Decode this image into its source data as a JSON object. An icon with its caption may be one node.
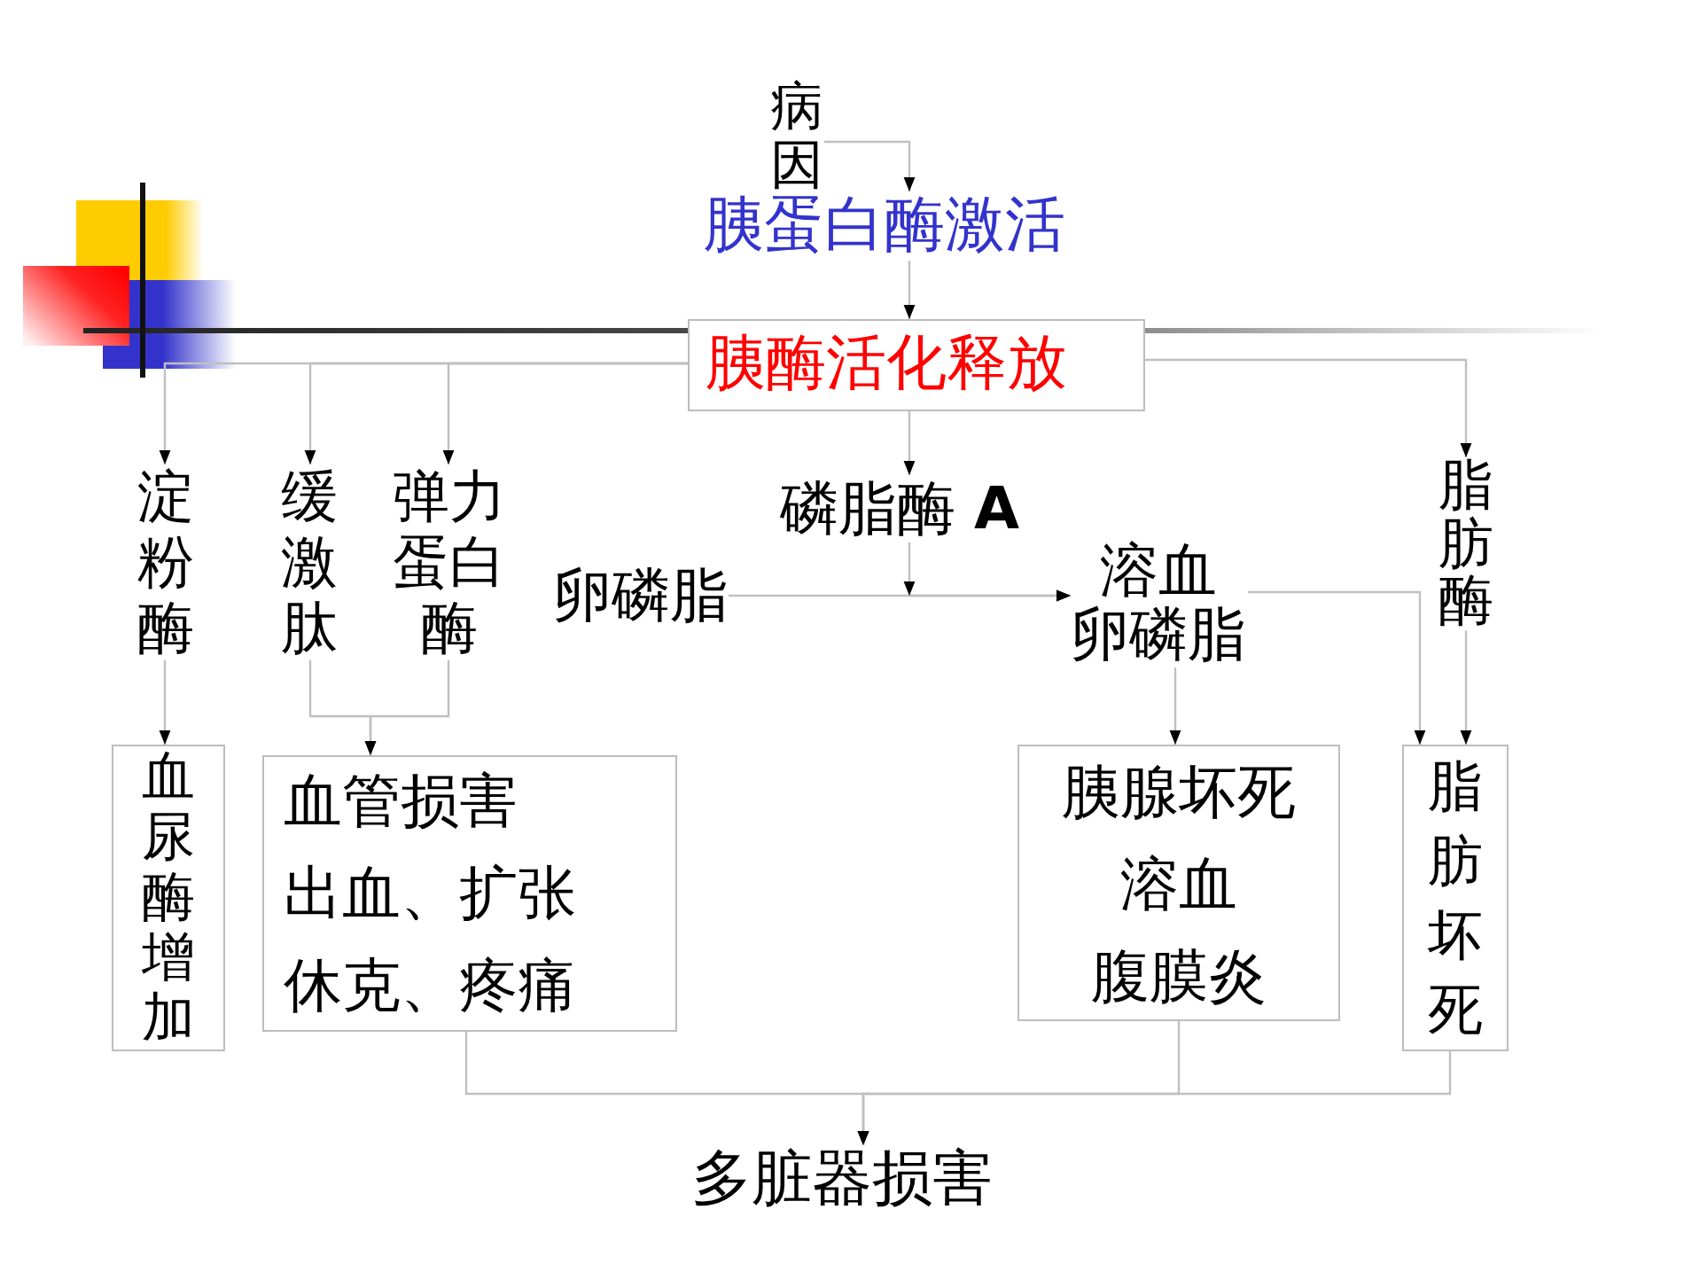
{
  "diagram": {
    "nodes": [
      {
        "text": [
          "病因"
        ]
      },
      {
        "text": [
          "胰蛋白酶激活"
        ]
      },
      {
        "text": [
          "胰酶活化释放"
        ]
      },
      {
        "text": [
          "淀粉酶"
        ]
      },
      {
        "text": [
          "缓激肽"
        ]
      },
      {
        "text": [
          "弹力蛋白酶"
        ]
      },
      {
        "text": [
          "磷脂酶 **A**"
        ]
      },
      {
        "text": [
          "卵磷脂"
        ]
      },
      {
        "text": [
          "溶血卵磷脂"
        ]
      },
      {
        "text": [
          "脂肪酶"
        ]
      },
      {
        "text": [
          "血尿酶增加"
        ]
      },
      {
        "text": [
          "血管损害",
          "出血、扩张",
          "休克、疼痛"
        ]
      },
      {
        "text": [
          "胰腺坏死",
          "溶血",
          "腹膜炎"
        ]
      },
      {
        "text": [
          "脂肪坏死"
        ]
      },
      {
        "text": [
          "多脏器损害"
        ]
      }
    ],
    "edges": [
      {
        "from": 0,
        "to": 1,
        "arrow": "to"
      },
      {
        "from": 1,
        "to": 2,
        "arrow": "to"
      },
      {
        "from": 2,
        "to": 3,
        "arrow": "to"
      },
      {
        "from": 2,
        "to": 4,
        "arrow": "to"
      },
      {
        "from": 2,
        "to": 5,
        "arrow": "to"
      },
      {
        "from": 2,
        "to": 6,
        "arrow": "to"
      },
      {
        "from": 2,
        "to": 9,
        "arrow": "to"
      },
      {
        "from": 3,
        "to": 10,
        "arrow": "to"
      },
      {
        "from": 4,
        "to": 11,
        "arrow": "to"
      },
      {
        "from": 5,
        "to": 11,
        "arrow": "to"
      },
      {
        "from": 7,
        "to": 8,
        "arrow": "to"
      },
      {
        "from": 6,
        "to": 8,
        "arrow": "to"
      },
      {
        "from": 8,
        "to": 12,
        "arrow": "to"
      },
      {
        "from": 8,
        "to": 13,
        "arrow": "to"
      },
      {
        "from": 9,
        "to": 13,
        "arrow": "to"
      },
      {
        "from": 11,
        "to": 14,
        "arrow": "to"
      },
      {
        "from": 12,
        "to": 14,
        "arrow": "to"
      },
      {
        "from": 13,
        "to": 14,
        "arrow": "to"
      }
    ]
  }
}
